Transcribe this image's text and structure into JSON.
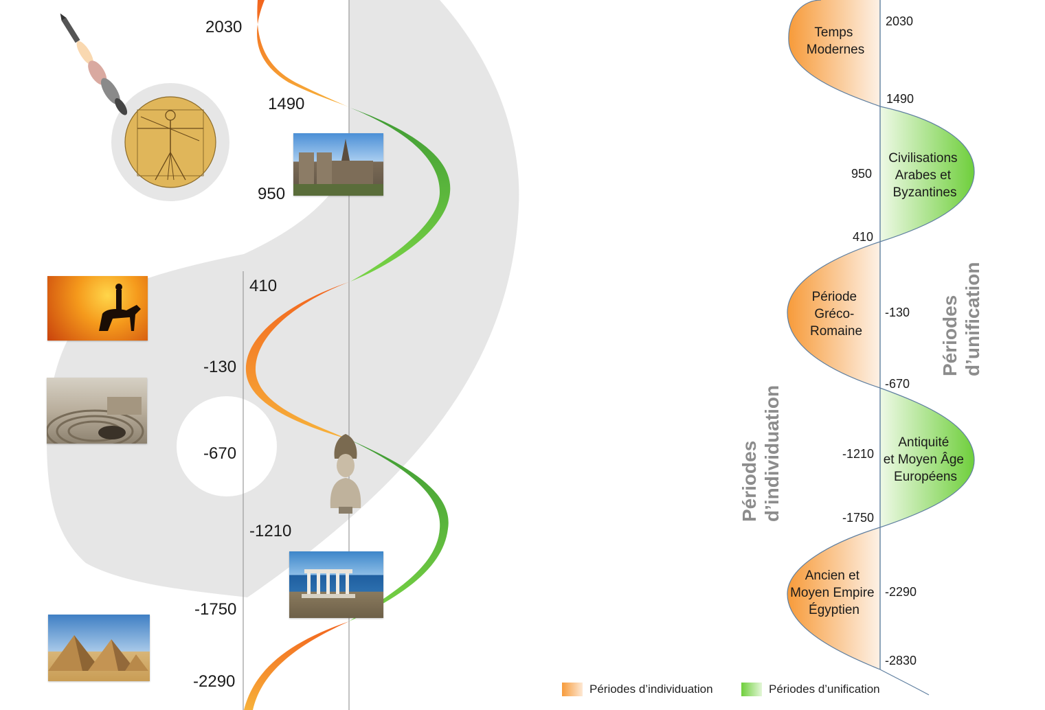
{
  "colors": {
    "individuation": "#f79b3a",
    "individuation_dark": "#f2641e",
    "unification": "#6fcf3c",
    "gray_band": "#e6e6e6",
    "axis": "#5f7fa0",
    "text": "#1a1a1a"
  },
  "left_diagram": {
    "year_labels": [
      "2030",
      "1490",
      "950",
      "410",
      "-130",
      "-670",
      "-1210",
      "-1750",
      "-2290"
    ],
    "images": [
      {
        "name": "rocket-launch-image",
        "icon": "rocket"
      },
      {
        "name": "vitruvian-man-image",
        "icon": "vitruvian-man"
      },
      {
        "name": "notre-dame-cathedral-image",
        "icon": "cathedral"
      },
      {
        "name": "napoleon-on-horse-image",
        "icon": "horse-rider"
      },
      {
        "name": "roman-theatre-image",
        "icon": "amphitheatre"
      },
      {
        "name": "athena-bust-image",
        "icon": "bust"
      },
      {
        "name": "greek-temple-image",
        "icon": "temple"
      },
      {
        "name": "pyramids-image",
        "icon": "pyramids"
      }
    ]
  },
  "right_diagram": {
    "periods": [
      {
        "label": "Temps\nModernes",
        "type": "individuation"
      },
      {
        "label": "Civilisations\nArabes et\nByzantines",
        "type": "unification"
      },
      {
        "label": "Période\nGréco-\nRomaine",
        "type": "individuation"
      },
      {
        "label": "Antiquité\net Moyen Âge\nEuropéens",
        "type": "unification"
      },
      {
        "label": "Ancien et\nMoyen Empire\nÉgyptien",
        "type": "individuation"
      }
    ],
    "year_labels": [
      "2030",
      "1490",
      "950",
      "410",
      "-130",
      "-670",
      "-1210",
      "-1750",
      "-2290",
      "-2830"
    ],
    "side_label_left": "Périodes\nd’individuation",
    "side_label_right": "Périodes\nd’unification"
  },
  "legend": {
    "individuation": "Périodes d’individuation",
    "unification": "Périodes d’unification"
  }
}
